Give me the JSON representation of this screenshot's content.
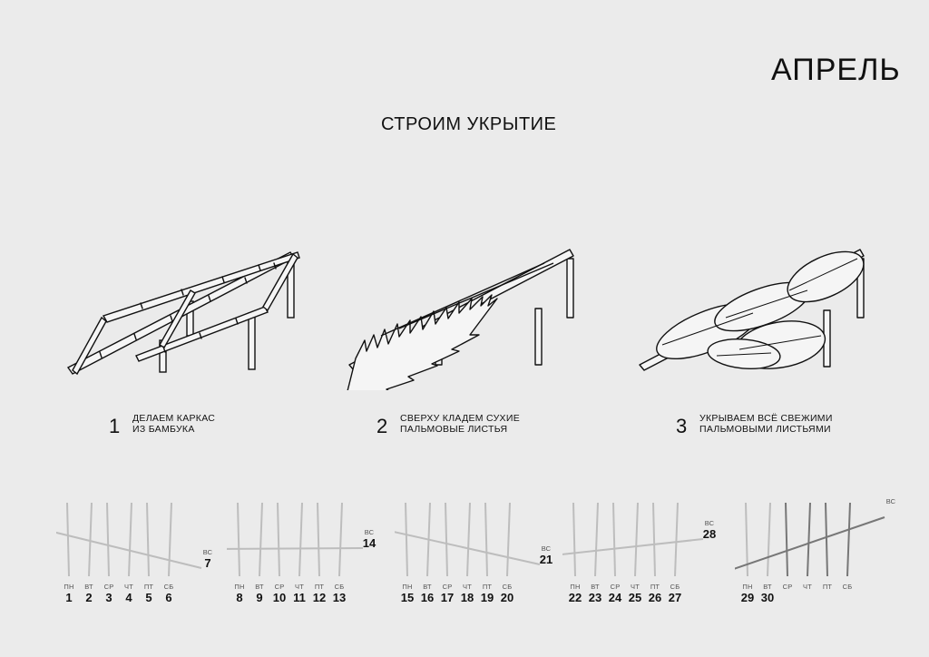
{
  "header": {
    "month": "АПРЕЛЬ"
  },
  "section": {
    "title": "СТРОИМ УКРЫТИЕ"
  },
  "steps": [
    {
      "number": "1",
      "line1": "ДЕЛАЕМ КАРКАС",
      "line2": "ИЗ БАМБУКА"
    },
    {
      "number": "2",
      "line1": "СВЕРХУ КЛАДЕМ СУХИЕ",
      "line2": "ПАЛЬМОВЫЕ ЛИСТЬЯ"
    },
    {
      "number": "3",
      "line1": "УКРЫВАЕМ ВСЁ СВЕЖИМИ",
      "line2": "ПАЛЬМОВЫМИ ЛИСТЬЯМИ"
    }
  ],
  "calendar": {
    "weekdays": [
      "ПН",
      "ВТ",
      "СР",
      "ЧТ",
      "ПТ",
      "СБ",
      "ВС"
    ],
    "weeks": [
      [
        "1",
        "2",
        "3",
        "4",
        "5",
        "6",
        "7"
      ],
      [
        "8",
        "9",
        "10",
        "11",
        "12",
        "13",
        "14"
      ],
      [
        "15",
        "16",
        "17",
        "18",
        "19",
        "20",
        "21"
      ],
      [
        "22",
        "23",
        "24",
        "25",
        "26",
        "27",
        "28"
      ],
      [
        "29",
        "30",
        "",
        "",
        "",
        "",
        ""
      ]
    ]
  }
}
